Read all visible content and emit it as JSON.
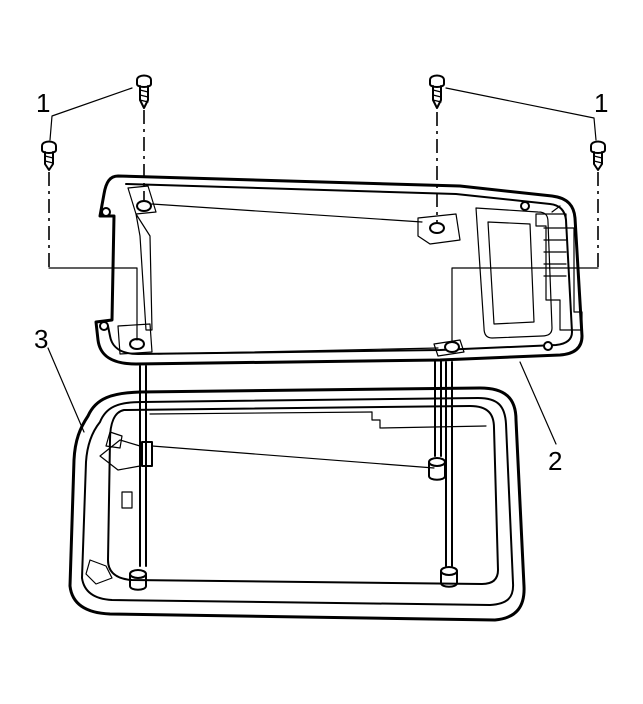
{
  "callouts": {
    "screws": "1",
    "screws_right": "1",
    "module": "2",
    "housing": "3"
  }
}
